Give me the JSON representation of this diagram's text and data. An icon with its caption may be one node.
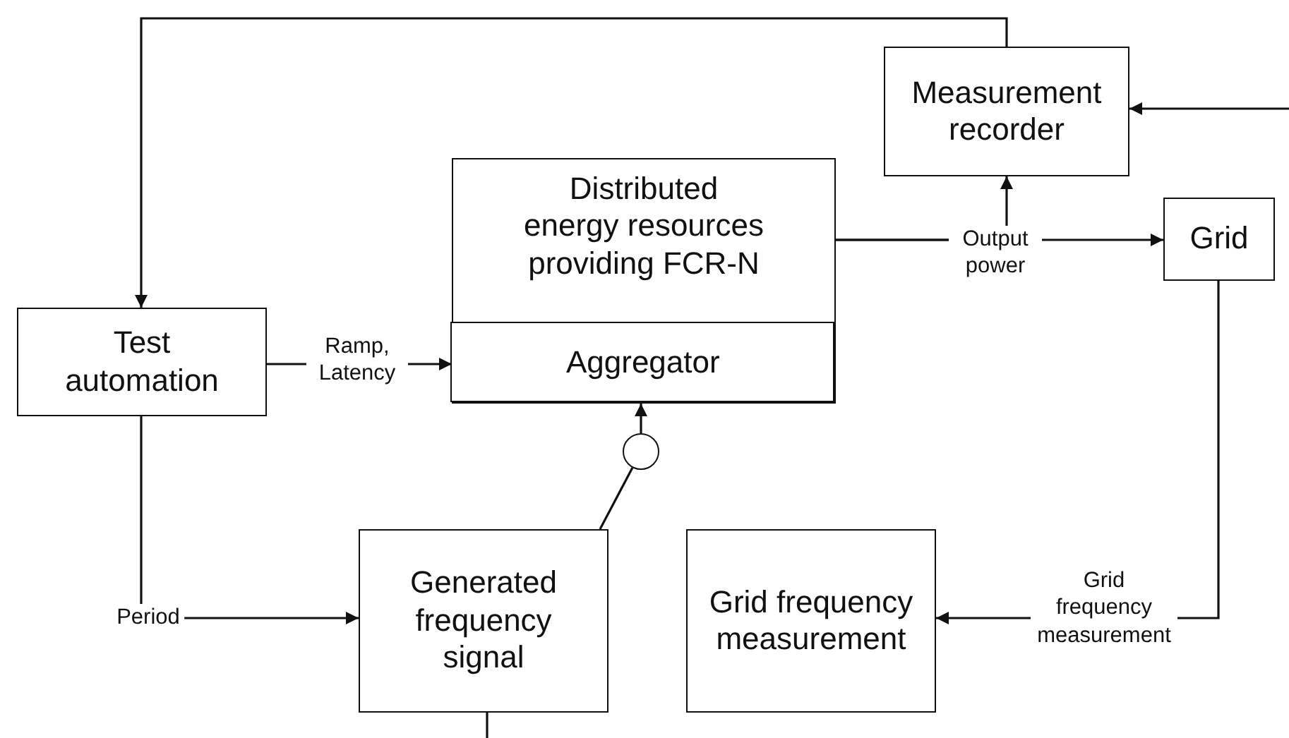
{
  "diagram": {
    "nodes": [
      {
        "text": [
          "Measurement recorder"
        ]
      },
      {
        "text": [
          "Distributed energy resources providing FCR-N"
        ]
      },
      {
        "text": [
          "Aggregator"
        ],
        "in": 1
      },
      {
        "text": [
          "Grid"
        ]
      },
      {
        "text": [
          "Test automation"
        ]
      },
      {
        "text": [
          "Generated frequency signal"
        ]
      },
      {
        "text": [
          "Grid frequency measurement"
        ]
      },
      {
        "text": [],
        "shape": "circle"
      }
    ],
    "edges": [
      {
        "from": 0,
        "to": 4,
        "arrow": "to"
      },
      {
        "from": null,
        "to": 0,
        "arrow": "to"
      },
      {
        "from": 1,
        "to": 3,
        "arrow": "to",
        "label": "Output power"
      },
      {
        "from": 1,
        "to": 0,
        "arrow": "to"
      },
      {
        "from": 4,
        "to": 2,
        "arrow": "to",
        "label": "Ramp, Latency"
      },
      {
        "from": 4,
        "to": 5,
        "arrow": "to",
        "label": "Period"
      },
      {
        "from": 5,
        "to": 7,
        "arrow": "none"
      },
      {
        "from": 7,
        "to": 2,
        "arrow": "to"
      },
      {
        "from": 3,
        "to": 6,
        "arrow": "to",
        "label": "Grid frequency measurement"
      },
      {
        "from": 5,
        "to": null,
        "arrow": "none"
      }
    ]
  }
}
